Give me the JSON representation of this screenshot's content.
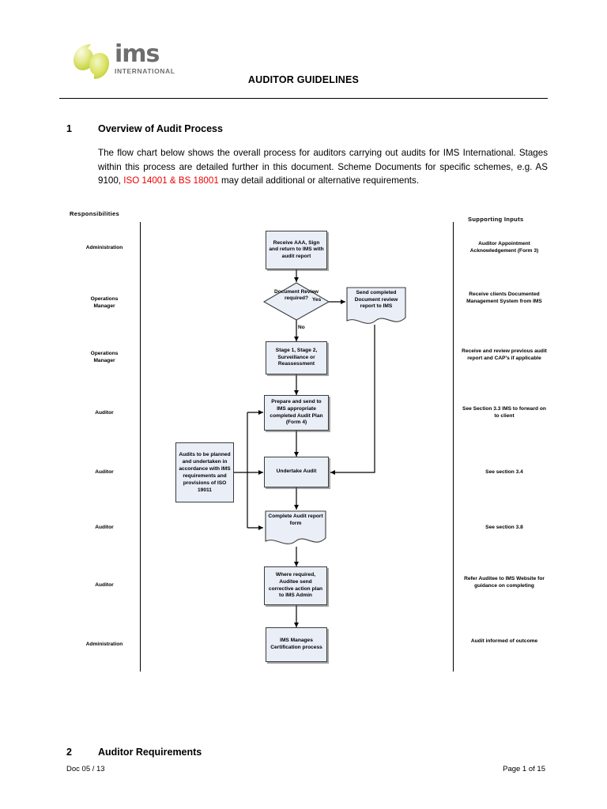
{
  "header": {
    "title": "AUDITOR GUIDELINES",
    "logo": {
      "name": "ims",
      "tagline": "INTERNATIONAL"
    }
  },
  "section1": {
    "number": "1",
    "title": "Overview of Audit Process",
    "paragraph_part1": "The flow chart below shows the overall process for auditors carrying out audits for IMS International.  Stages within this process are detailed further in this document.  Scheme Documents for specific schemes, e.g. AS 9100, ",
    "paragraph_highlight": "ISO 14001 & BS 18001",
    "paragraph_part2": " may detail additional or alternative requirements."
  },
  "flowchart": {
    "columns": {
      "responsibilities_header": "Responsibilities",
      "supporting_inputs_header": "Supporting Inputs"
    },
    "responsibilities": [
      "Administration",
      "Operations\nManager",
      "Operations\nManager",
      "Auditor",
      "Auditor",
      "Auditor",
      "Auditor",
      "Administration"
    ],
    "nodes": {
      "receive_aaa": "Receive AAA, Sign and return to IMS with audit report",
      "document_review": "Document Review required?",
      "send_completed_doc_review": "Send completed Document review report to IMS",
      "stage_1_2": "Stage 1, Stage 2, Surveillance or Reassessment",
      "prepare_audit_plan": "Prepare and send to IMS appropriate completed Audit Plan (Form 4)",
      "undertake_audit": "Undertake Audit",
      "complete_audit_report": "Complete Audit report form",
      "corrective_action": "Where required, Auditee send corrective action plan to IMS Admin",
      "ims_manages": "IMS Manages Certification process",
      "side_note_iso19011": "Audits to be planned and undertaken in accordance with IMS requirements and provisions of ISO 19011"
    },
    "edge_labels": {
      "yes": "Yes",
      "no": "No"
    },
    "supporting_inputs": [
      "Auditor Appointment Acknowledgement (Form 3)",
      "Receive clients Documented Management System from IMS",
      "Receive and review previous audit report and CAP's if applicable",
      "See Section 3.3 IMS to forward on to client",
      "See section 3.4",
      "See section 3.8",
      "Refer Auditee to IMS Website for guidance on completing",
      "Audit informed of outcome"
    ]
  },
  "section2": {
    "number": "2",
    "title": "Auditor Requirements"
  },
  "footer": {
    "doc_ref": "Doc 05 / 13",
    "page": "Page 1 of 15"
  },
  "colors": {
    "node_fill": "#e9eef7",
    "node_border": "#3b3b3b",
    "highlight_red": "#ee0000",
    "logo_gray": "#6e6e6e",
    "logo_green": "#cddb4a"
  }
}
